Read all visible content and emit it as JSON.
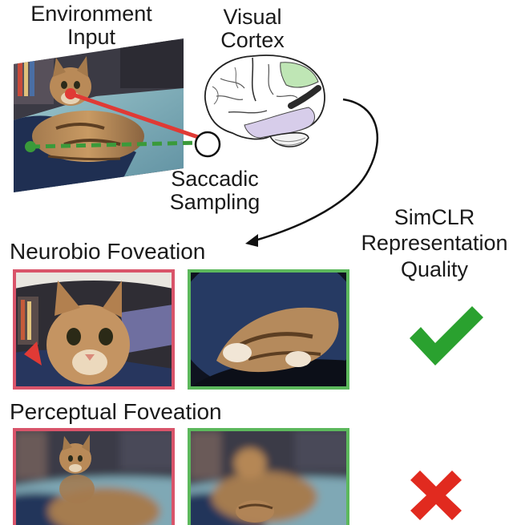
{
  "labels": {
    "environment_line1": "Environment",
    "environment_line2": "Input",
    "visual_line1": "Visual",
    "visual_line2": "Cortex",
    "saccadic_line1": "Saccadic",
    "saccadic_line2": "Sampling",
    "simclr_line1": "SimCLR",
    "simclr_line2": "Representation",
    "simclr_line3": "Quality",
    "neurobio": "Neurobio Foveation",
    "perceptual": "Perceptual Foveation"
  },
  "results": {
    "neurobio": "check-icon",
    "perceptual": "cross-icon"
  },
  "colors": {
    "red_frame": "#d9546a",
    "green_frame": "#5cb85c",
    "check": "#2aa12f",
    "cross": "#e12a1f",
    "saccade_red": "#e03a35",
    "saccade_green": "#3a9a3a",
    "brain_green": "#bfe6b5",
    "brain_purple": "#d7cdea"
  }
}
